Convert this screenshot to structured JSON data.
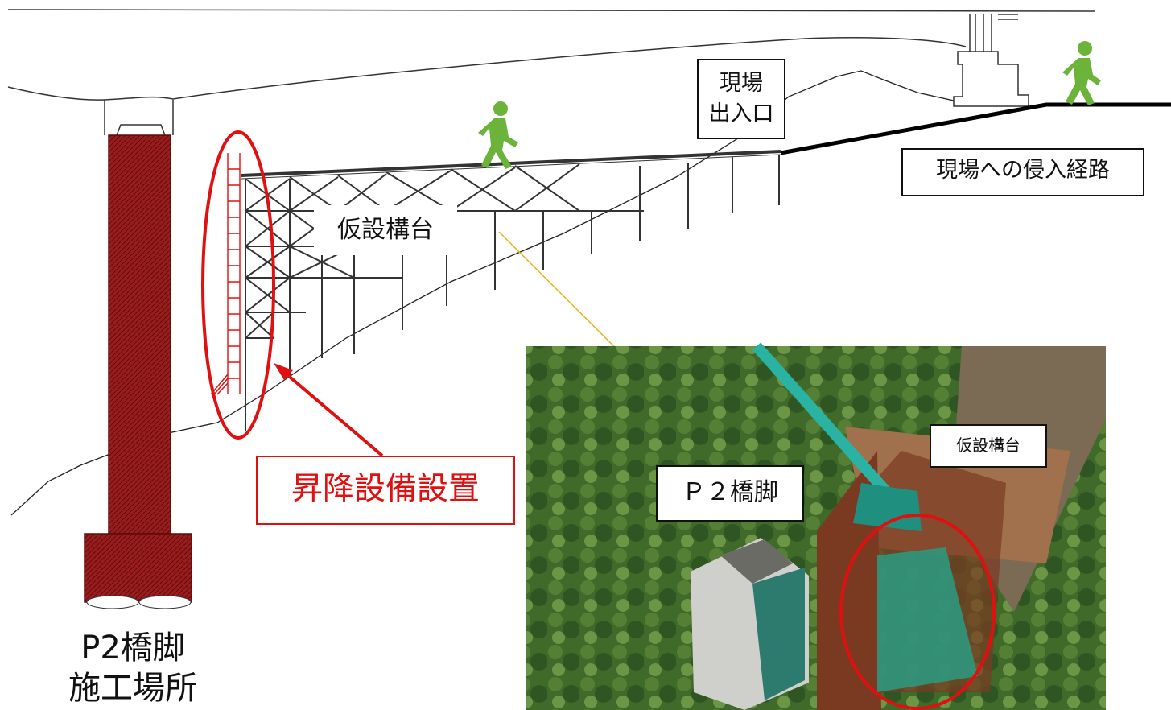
{
  "labels": {
    "entrance_line1": "現場",
    "entrance_line2": "出入口",
    "access_route": "現場への侵入経路",
    "temporary_stage": "仮設構台",
    "lift_installation": "昇降設備設置",
    "pier_site_line1": "P2橋脚",
    "pier_site_line2": "施工場所",
    "photo_temporary_stage": "仮設構台",
    "photo_pier": "Ｐ２橋脚"
  },
  "colors": {
    "pier": "#9b1c1c",
    "highlight": "#e01010",
    "walker_icon": "#6bb339",
    "crane": "#2ab3a3",
    "leader_line": "#e6b422"
  },
  "icons": [
    "walking-person-icon",
    "walking-person-icon"
  ]
}
